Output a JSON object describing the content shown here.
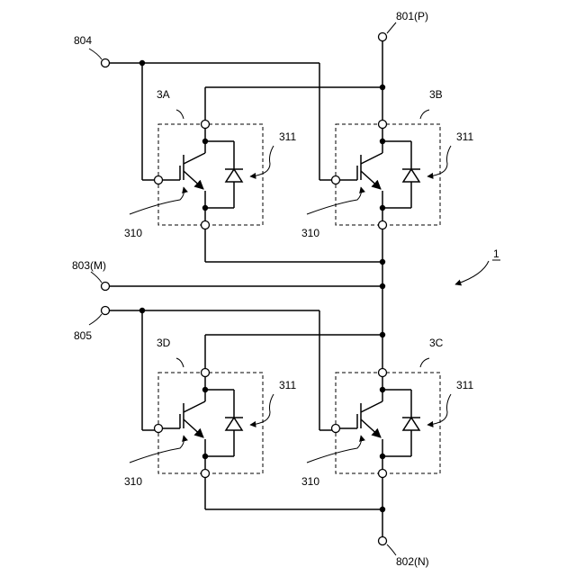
{
  "terminals": {
    "t801": "801(P)",
    "t802": "802(N)",
    "t803": "803(M)",
    "t804": "804",
    "t805": "805"
  },
  "modules": {
    "m3A": "3A",
    "m3B": "3B",
    "m3C": "3C",
    "m3D": "3D"
  },
  "parts": {
    "transistor": "310",
    "diode": "311"
  },
  "figure": {
    "converter_ref": "1"
  },
  "colors": {
    "ink": "#000000",
    "paper": "#ffffff"
  }
}
